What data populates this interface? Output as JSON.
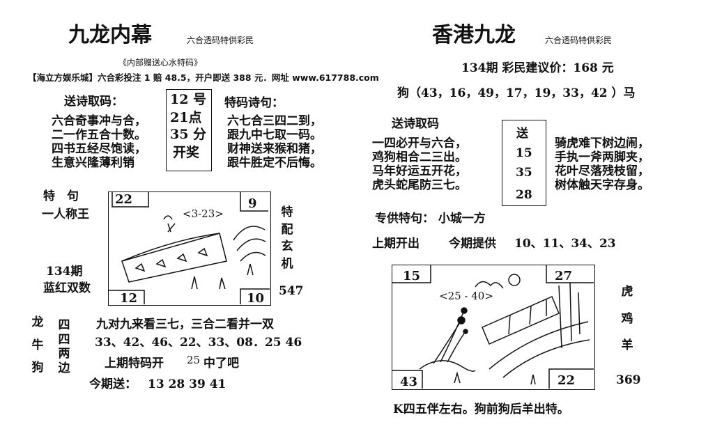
{
  "left": {
    "title": "九龙内幕",
    "title_sub": "六合透码特供彩民",
    "gift_note": "《内部赠送心水特码》",
    "ad_line": "【海立方娱乐城】六合彩投注 1 赔 48.5，开户即送 388 元．网址 www.617788.com",
    "send_poem_label": "送诗取码：",
    "send_poem_lines": [
      "六合奇事冲与合，",
      "二一作五合十数。",
      "四书五经尽饱读，",
      "生意兴隆薄利销"
    ],
    "draw_box": [
      "12 号",
      "21点",
      "35 分",
      "开奖"
    ],
    "special_poem_label": "特码诗句：",
    "special_poem_lines": [
      "六七合三四二到，",
      "跟九中七取一码。",
      "财神送来猴和猪，",
      "跟牛胜定不后悔。"
    ],
    "special_phrase_label": "特　句",
    "special_phrase": "一人称王",
    "issue": "134期",
    "color_label": "蓝红双数",
    "picture": {
      "corner_tl": "22",
      "corner_tr": "9",
      "corner_bl": "12",
      "corner_br": "10",
      "range": "<3-23>"
    },
    "side_vertical": [
      "特",
      "配",
      "玄",
      "机"
    ],
    "side_number": "547",
    "zodiac_col1": [
      "龙",
      "牛",
      "狗"
    ],
    "zodiac_col2": [
      "四",
      "四",
      "两",
      "边"
    ],
    "hint_line": "九对九来看三七，三合二看并一双",
    "numbers_line": "33、42、46、22、33、08．25 46",
    "last_label": "上期特码开",
    "last_num": "25",
    "last_tail": "中了吧",
    "today_label": "今期送：",
    "today_nums": "13 28 39 41"
  },
  "right": {
    "title": "香港九龙",
    "title_sub": "六合透码特供彩民",
    "issue_price": "134期  彩民建议价：168 元",
    "zodiac_row": "狗（43，16，49，17，19，33，42   ）马",
    "send_poem_label": "送诗取码",
    "send_poem_lines": [
      "一四必开与六合，",
      "鸡狗相合二三出。",
      "马年好运五开花，",
      "虎头蛇尾防三七。"
    ],
    "send_box": [
      "送",
      "15",
      "35",
      "28"
    ],
    "poem2_lines": [
      "骑虎难下树边闹，",
      "手执一斧两脚夹，",
      "花叶尽落残枝留，",
      "树体触天字存身。"
    ],
    "special_phrase": "专供特句：  小城一方",
    "last_issue": "上期开出",
    "provide_label": "今期提供",
    "provide_nums": "10、11、34、23",
    "picture": {
      "corner_tl": "15",
      "corner_tr": "27",
      "corner_bl": "43",
      "corner_br": "22",
      "range": "<25 - 40>"
    },
    "side_vertical": [
      "虎",
      "鸡",
      "羊"
    ],
    "side_number": "369",
    "footer": "K四五伴左右。狗前狗后羊出特。"
  }
}
